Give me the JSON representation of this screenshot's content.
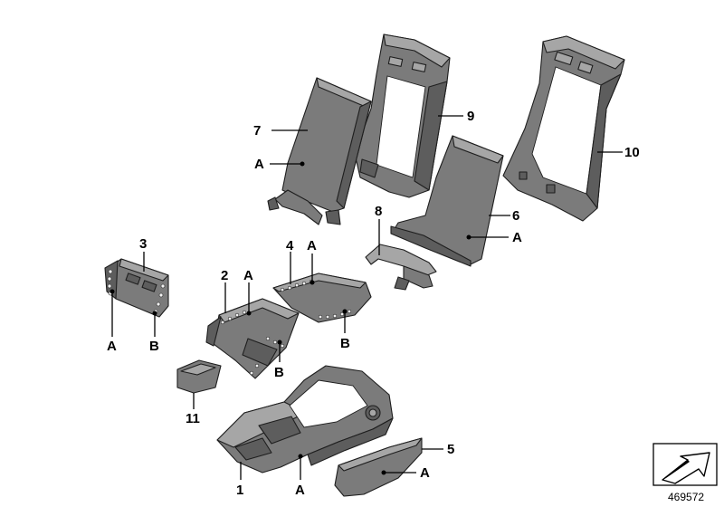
{
  "callouts": {
    "c1": "1",
    "c1a": "A",
    "c2": "2",
    "c2a": "A",
    "c2b": "B",
    "c3": "3",
    "c3a": "A",
    "c3b": "B",
    "c4": "4",
    "c4a": "A",
    "c4b": "B",
    "c5": "5",
    "c5a": "A",
    "c6": "6",
    "c6a": "A",
    "c7": "7",
    "c7a": "A",
    "c8": "8",
    "c9": "9",
    "c10": "10",
    "c11": "11"
  },
  "drawing_number": "469572",
  "icons": {
    "symbol": "orientation-arrow-icon"
  },
  "colors": {
    "part_fill": "#7b7b7b",
    "outline": "#1e1e1e",
    "background": "#ffffff"
  }
}
